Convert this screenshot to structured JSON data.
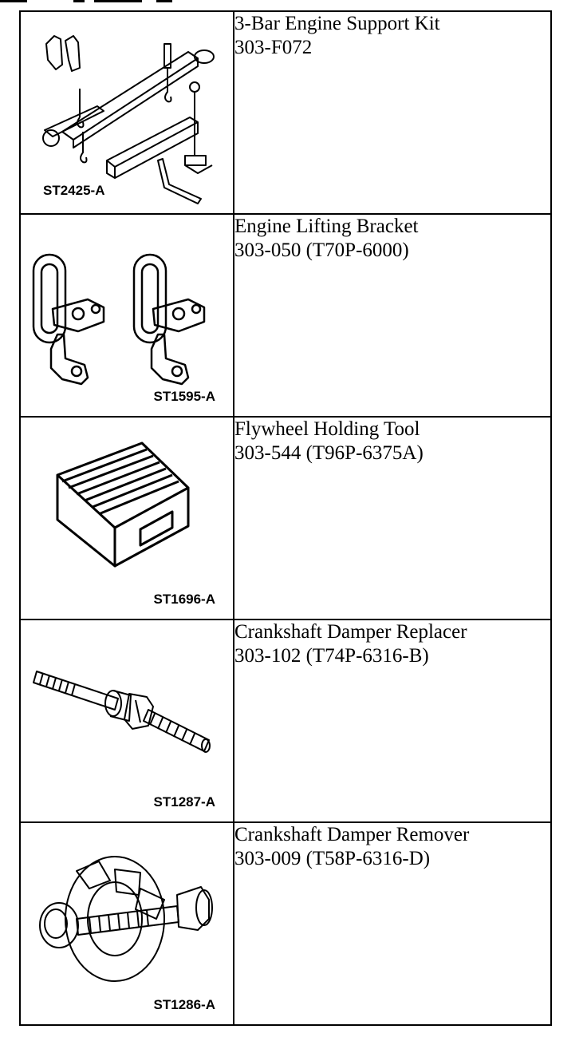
{
  "tools": [
    {
      "illustration_icon": "three-bar-engine-support-kit-icon",
      "code": "ST2425-A",
      "name": "3-Bar Engine Support Kit",
      "number": "303-F072"
    },
    {
      "illustration_icon": "engine-lifting-bracket-icon",
      "code": "ST1595-A",
      "name": "Engine Lifting Bracket",
      "number": "303-050 (T70P-6000)"
    },
    {
      "illustration_icon": "flywheel-holding-tool-icon",
      "code": "ST1696-A",
      "name": "Flywheel Holding Tool",
      "number": "303-544 (T96P-6375A)"
    },
    {
      "illustration_icon": "crankshaft-damper-replacer-icon",
      "code": "ST1287-A",
      "name": "Crankshaft Damper Replacer",
      "number": "303-102 (T74P-6316-B)"
    },
    {
      "illustration_icon": "crankshaft-damper-remover-icon",
      "code": "ST1286-A",
      "name": "Crankshaft Damper Remover",
      "number": "303-009 (T58P-6316-D)"
    }
  ]
}
